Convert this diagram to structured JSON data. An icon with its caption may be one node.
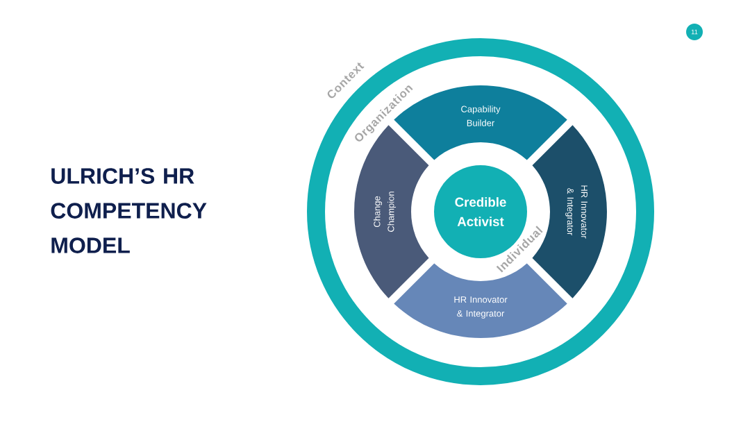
{
  "diagram": {
    "title": "ULRICH’S HR COMPETENCY MODEL",
    "nodes": [
      {
        "text": [
          "11"
        ]
      },
      {
        "text": [
          "Capability Builder"
        ]
      },
      {
        "text": [
          "Change Champion"
        ]
      },
      {
        "text": [
          "Credible Activist"
        ]
      },
      {
        "text": [
          "HR Innovator & Integrator"
        ]
      },
      {
        "text": [
          "HR Innovator & Integrator"
        ]
      }
    ],
    "labels": [
      "Context",
      "Organization",
      "Individual"
    ]
  }
}
